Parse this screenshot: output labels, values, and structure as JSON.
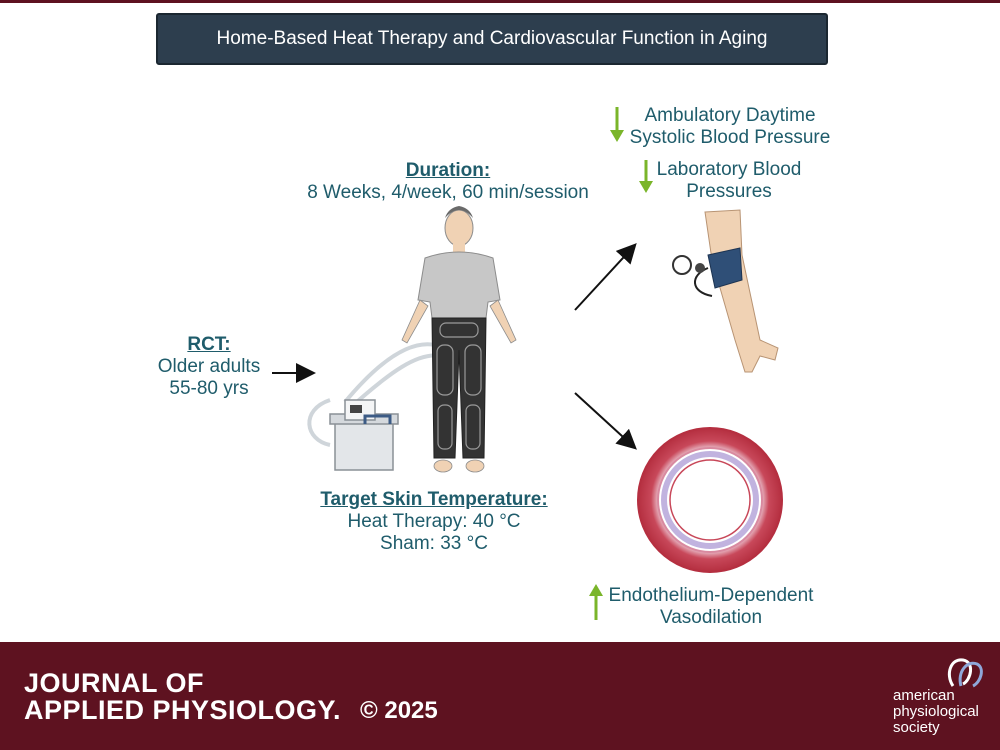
{
  "title": "Home-Based Heat Therapy and Cardiovascular Function in Aging",
  "duration": {
    "heading": "Duration:",
    "detail": "8 Weeks, 4/week, 60 min/session"
  },
  "rct": {
    "heading": "RCT:",
    "line1": "Older adults",
    "line2": "55-80 yrs"
  },
  "target": {
    "heading": "Target Skin Temperature:",
    "line1": "Heat Therapy: 40 °C",
    "line2": "Sham: 33 °C"
  },
  "outcomes": {
    "ambulatory": {
      "line1": "Ambulatory Daytime",
      "line2": "Systolic Blood Pressure",
      "direction": "down"
    },
    "laboratory": {
      "line1": "Laboratory Blood",
      "line2": "Pressures",
      "direction": "down"
    },
    "endothelium": {
      "line1": "Endothelium-Dependent",
      "line2": "Vasodilation",
      "direction": "up"
    }
  },
  "footer": {
    "journal_line1": "JOURNAL OF",
    "journal_line2": "APPLIED PHYSIOLOGY.",
    "copyright": "© 2025",
    "society_line1": "american",
    "society_line2": "physiological",
    "society_line3": "society"
  },
  "colors": {
    "title_bg": "#2d3e4e",
    "text_teal": "#1f5c6b",
    "green_arrow": "#7ab52a",
    "footer_bg": "#5e1220"
  },
  "icons": [
    "person-icon",
    "water-bath-icon",
    "arm-cuff-icon",
    "artery-cross-section-icon",
    "aps-logo-icon"
  ]
}
